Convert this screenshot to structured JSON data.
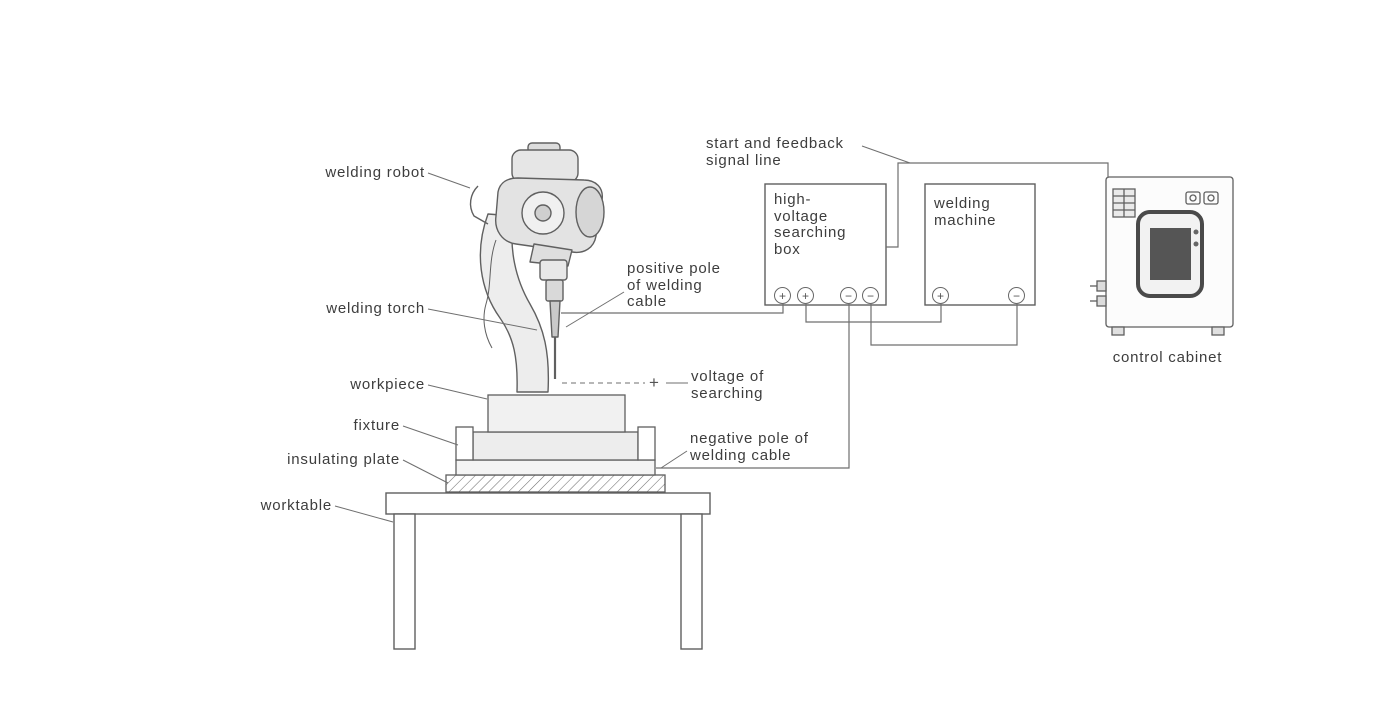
{
  "labels": {
    "welding_robot": "welding robot",
    "welding_torch": "welding torch",
    "workpiece": "workpiece",
    "fixture": "fixture",
    "insulating_plate": "insulating plate",
    "worktable": "worktable",
    "positive_pole": [
      "positive pole",
      "of welding",
      "cable"
    ],
    "voltage_of_searching": [
      "voltage of",
      "searching"
    ],
    "negative_pole": [
      "negative pole of",
      "welding cable"
    ],
    "signal_line": [
      "start and feedback",
      "signal line"
    ],
    "hv_searching_box": [
      "high-",
      "voltage",
      "searching",
      "box"
    ],
    "welding_machine": [
      "welding",
      "machine"
    ],
    "control_cabinet": "control cabinet",
    "probe_plus": "+"
  },
  "terminals": {
    "hv_box": [
      "+",
      "+",
      "−",
      "−"
    ],
    "welding_machine": [
      "+",
      "−"
    ]
  },
  "colors": {
    "line": "#6f6f6f",
    "text": "#3d3d3d",
    "background": "#ffffff"
  }
}
